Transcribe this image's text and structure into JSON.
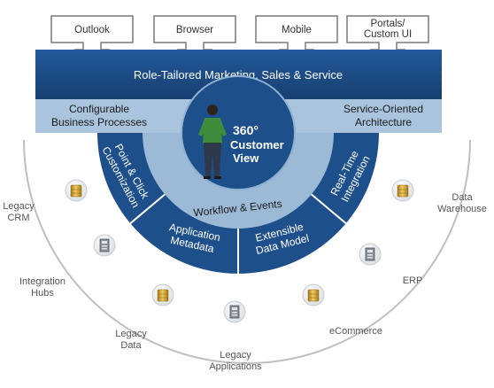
{
  "channels": [
    "Outlook",
    "Browser",
    "Mobile",
    "Portals/\nCustom UI"
  ],
  "banner": {
    "title": "Role-Tailored Marketing, Sales & Service"
  },
  "left_panel": [
    "Configurable",
    "Business Processes"
  ],
  "right_panel": [
    "Service-Oriented",
    "Architecture"
  ],
  "center": {
    "degree": "360°",
    "line1": "Customer",
    "line2": "View"
  },
  "ring_inner_label": "Workflow & Events",
  "segments": [
    [
      "Point & Click",
      "Customization"
    ],
    [
      "Application",
      "Metadata"
    ],
    [
      "Extensible",
      "Data Model"
    ],
    [
      "Real-Time",
      "Integration"
    ]
  ],
  "outer_labels": [
    [
      "Legacy",
      "CRM"
    ],
    [
      "Integration",
      "Hubs"
    ],
    [
      "Legacy",
      "Data"
    ],
    [
      "Legacy",
      "Applications"
    ],
    [
      "eCommerce"
    ],
    [
      "ERP"
    ],
    [
      "Data",
      "Warehouse"
    ]
  ],
  "icons": [
    "coins-icon",
    "server-icon",
    "coins-icon",
    "server-icon",
    "coins-icon",
    "server-icon",
    "coins-icon"
  ],
  "colors": {
    "navy": "#1d4f8a",
    "navy_dark": "#163e6e",
    "light_blue": "#9cbad6",
    "panel_blue": "#a9c4dc",
    "callout_border": "#7a7a7a",
    "arc_gray": "#b5b5b5",
    "text_gray": "#555555",
    "gold": "#d7a82f"
  }
}
